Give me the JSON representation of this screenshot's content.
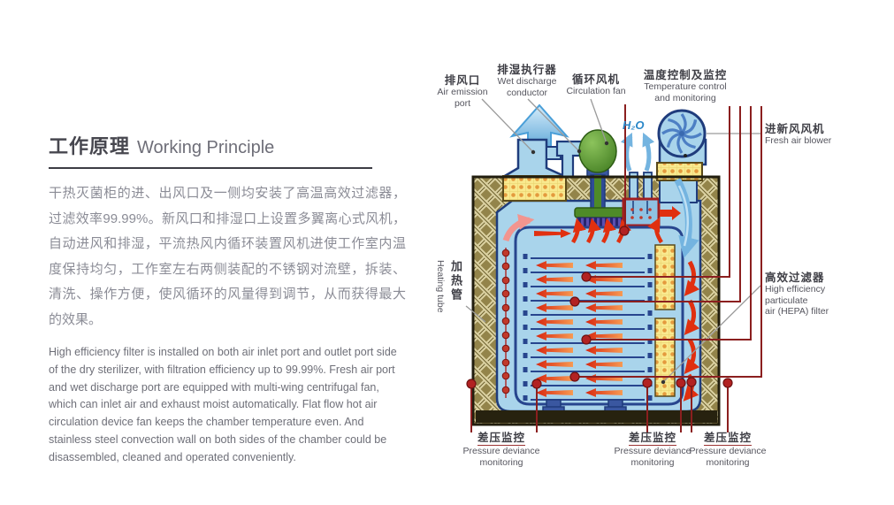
{
  "left_panel": {
    "title_zh": "工作原理",
    "title_en": "Working Principle",
    "paragraph_zh": "干热灭菌柜的进、出风口及一侧均安装了高温高效过滤器，过滤效率99.99%。新风口和排湿口上设置多翼离心式风机，自动进风和排湿，平流热风内循环装置风机进使工作室内温度保持均匀，工作室左右两侧装配的不锈钢对流壁，拆装、清洗、操作方便，使风循环的风量得到调节，从而获得最大的效果。",
    "paragraph_en": "High efficiency filter is installed on both air inlet port and outlet port side of the dry sterilizer, with filtration efficiency up to 99.99%. Fresh air port and wet discharge port are equipped with multi-wing centrifugal fan, which can inlet air and exhaust moist automatically. Flat flow hot air circulation device fan keeps the chamber temperature even. And stainless steel convection wall on both sides of the chamber could be disassembled, cleaned and operated conveniently."
  },
  "diagram": {
    "labels": {
      "air_emission": {
        "zh": "排风口",
        "en_lines": [
          "Air emission",
          "port"
        ]
      },
      "wet_discharge": {
        "zh": "排湿执行器",
        "en_lines": [
          "Wet discharge",
          "conductor"
        ]
      },
      "circulation_fan": {
        "zh": "循环风机",
        "en_lines": [
          "Circulation fan"
        ]
      },
      "temperature": {
        "zh": "温度控制及监控",
        "en_lines": [
          "Temperature control",
          "and monitoring"
        ]
      },
      "fresh_air": {
        "zh": "进新风风机",
        "en_lines": [
          "Fresh air blower"
        ]
      },
      "hepa": {
        "zh": "高效过滤器",
        "en_lines": [
          "High efficiency",
          "particulate",
          "air (HEPA) filter"
        ]
      },
      "heating_tube": {
        "zh": "加热管",
        "en": "Heating tube"
      },
      "h2o": "H₂O"
    },
    "pressure_monitors": [
      {
        "zh": "差压监控",
        "en_lines": [
          "Pressure deviance",
          "monitoring"
        ]
      },
      {
        "zh": "差压监控",
        "en_lines": [
          "Pressure deviance",
          "monitoring"
        ]
      },
      {
        "zh": "差压监控",
        "en_lines": [
          "Pressure deviance",
          "monitoring"
        ]
      }
    ],
    "colors": {
      "interior_blue": "#a9d4eb",
      "outline_blue": "#1f3c7c",
      "insulation_olive": "#93844a",
      "insulation_cream": "#dcd2a2",
      "filter_yellow": "#f9e98e",
      "filter_dot_orange": "#e49a3e",
      "arrow_red": "#e03010",
      "sensor_dark_red": "#8b1f1f",
      "motor_green": "#4e8a28",
      "blade_purple": "#28246e",
      "flow_blue": "#74b4e0",
      "h2o_blue": "#2a87c8",
      "pink_arrow": "#f2958f"
    }
  }
}
